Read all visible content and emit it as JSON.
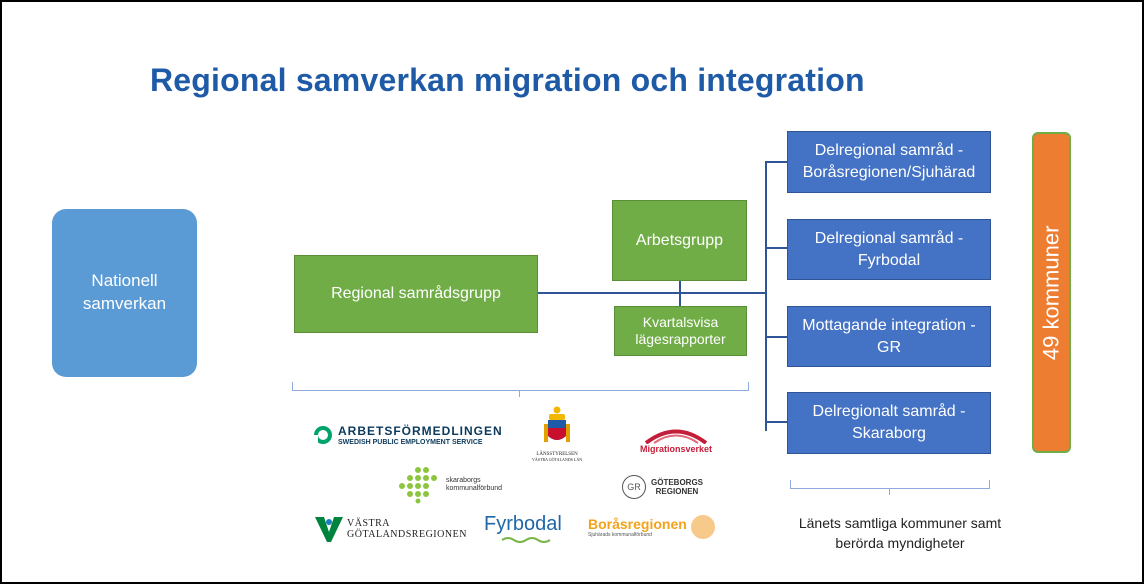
{
  "title": "Regional samverkan migration och integration",
  "boxes": {
    "nationell": "Nationell samverkan",
    "regional": "Regional samrådsgrupp",
    "arbetsgrupp": "Arbetsgrupp",
    "kvartalsvisa": "Kvartalsvisa lägesrapporter",
    "delregional1": "Delregional samråd - Boråsregionen/Sjuhärad",
    "delregional2": "Delregional samråd - Fyrbodal",
    "mottagande": "Mottagande integration - GR",
    "delregional4": "Delregionalt samråd - Skaraborg",
    "kommuner": "49 kommuner"
  },
  "caption": "Länets samtliga kommuner samt berörda myndigheter",
  "logos": {
    "arbetsformedlingen": "ARBETSFÖRMEDLINGEN",
    "arbetsformedlingen_sub": "SWEDISH PUBLIC EMPLOYMENT SERVICE",
    "lansstyrelsen": "LÄNSSTYRELSEN",
    "lansstyrelsen_sub": "VÄSTRA GÖTALANDS LÄN",
    "migrationsverket": "Migrationsverket",
    "skaraborgs": "skaraborgs kommunalförbund",
    "goteborgs": "GÖTEBORGS REGIONEN",
    "goteborgs_mark": "GR",
    "vastra": "VÄSTRA GÖTALANDSREGIONEN",
    "fyrbodal": "Fyrbodal",
    "borasregionen": "Boråsregionen",
    "borasregionen_sub": "Sjuhärads kommunalförbund"
  },
  "colors": {
    "title": "#1f5aa6",
    "light_blue": "#5b9bd5",
    "green": "#70ad47",
    "dark_blue": "#4472c4",
    "orange": "#ed7d31"
  }
}
